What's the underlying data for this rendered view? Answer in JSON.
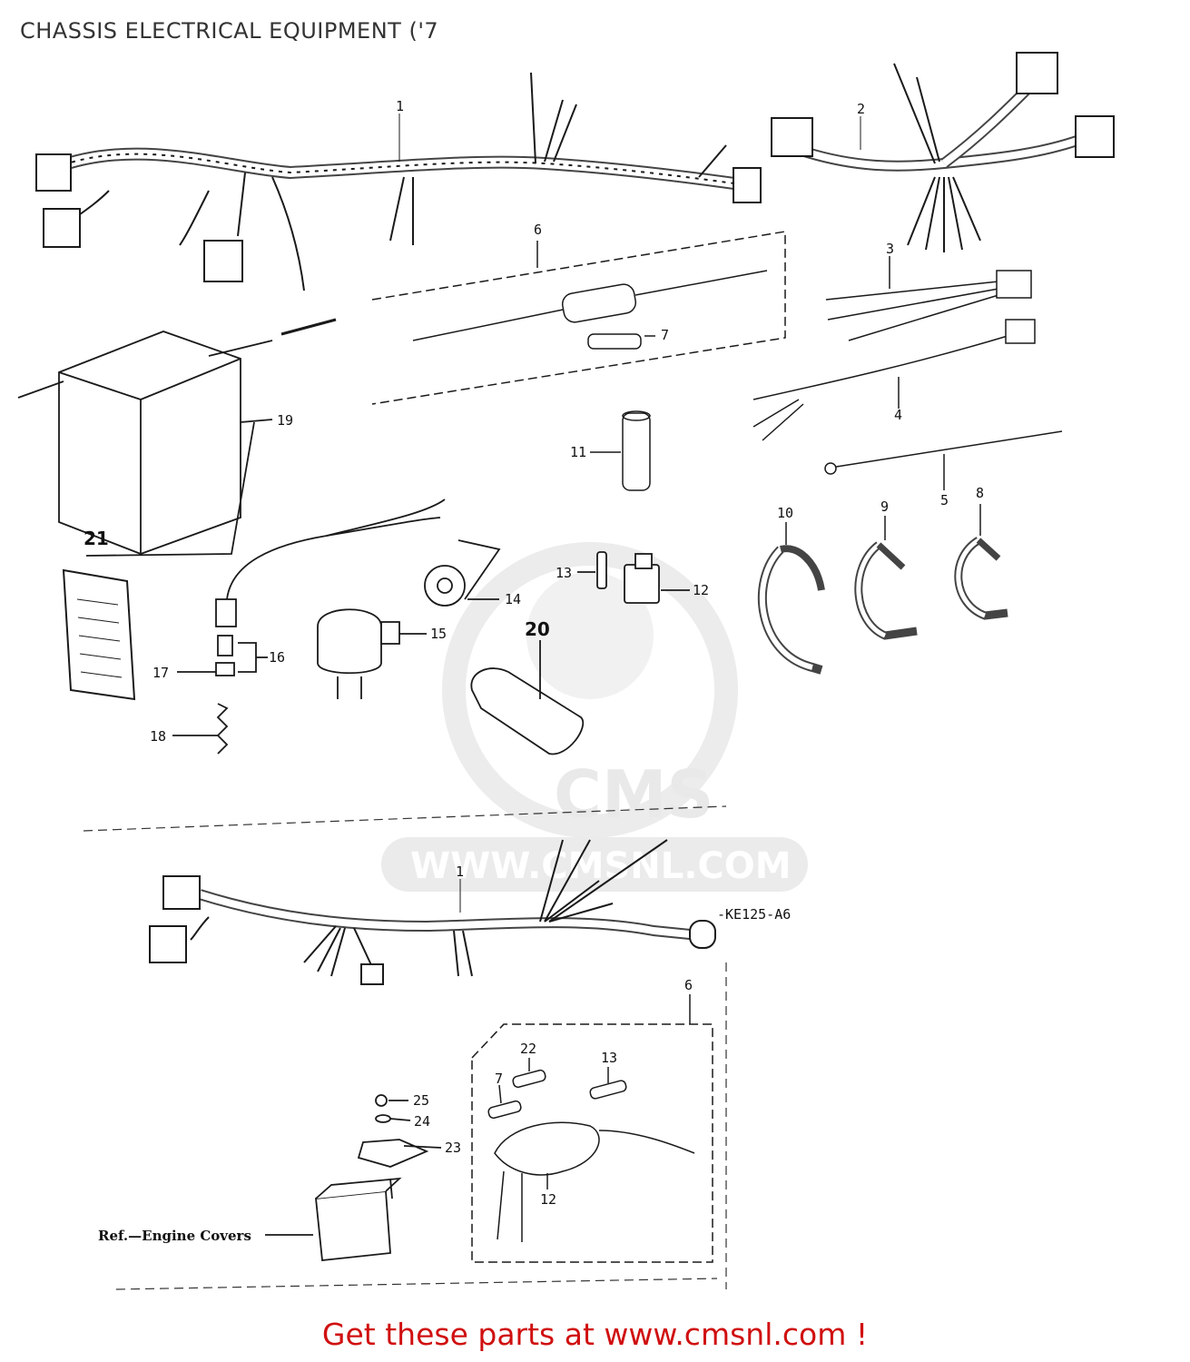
{
  "title": "CHASSIS ELECTRICAL EQUIPMENT ('7",
  "diagram_code": "-KE125-A6",
  "reference_label": "Ref.—Engine Covers",
  "watermark": {
    "brand": "CMS",
    "url": "WWW.CMSNL.COM"
  },
  "footer": "Get these parts at www.cmsnl.com !",
  "callouts": [
    "1",
    "2",
    "3",
    "4",
    "5",
    "6",
    "7",
    "8",
    "9",
    "10",
    "11",
    "12",
    "13",
    "14",
    "15",
    "16",
    "17",
    "18",
    "19",
    "20",
    "21",
    "1",
    "6",
    "7",
    "22",
    "13",
    "12",
    "23",
    "24",
    "25"
  ],
  "colors": {
    "footer": "#d01010",
    "line_art": "#1a1a1a",
    "watermark": "#e6e6e6"
  }
}
